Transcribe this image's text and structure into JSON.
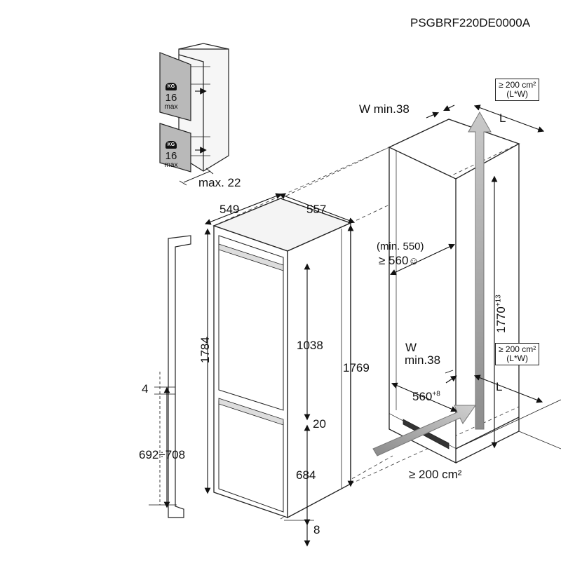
{
  "model_code": "PSGBRF220DE0000A",
  "door_loads": [
    {
      "weight": "16",
      "unit": "max",
      "badge": "KG"
    },
    {
      "weight": "16",
      "unit": "max",
      "badge": "KG"
    }
  ],
  "dimensions": {
    "max_depth": "max. 22",
    "depth": "549",
    "width": "557",
    "total_height": "1784",
    "upper_door": "1038",
    "lower_door": "684",
    "gap_between_doors": "20",
    "body_height": "1769",
    "bottom_offset": "8",
    "side_gap": "4",
    "door_panel": "692÷708",
    "niche_depth_prefix": "(min. 550)",
    "niche_depth": "≥ 560",
    "niche_height": "1770",
    "niche_height_tol": "+13",
    "niche_width": "560",
    "niche_width_tol": "+8",
    "w_top": "W min.38",
    "w_bottom_1": "W",
    "w_bottom_2": "min.38",
    "l_top": "L",
    "l_bottom": "L",
    "vent_bottom": "≥ 200 cm²"
  },
  "vent_boxes": [
    {
      "line1": "≥ 200 cm²",
      "line2": "(L*W)"
    },
    {
      "line1": "≥ 200 cm²",
      "line2": "(L*W)"
    }
  ]
}
